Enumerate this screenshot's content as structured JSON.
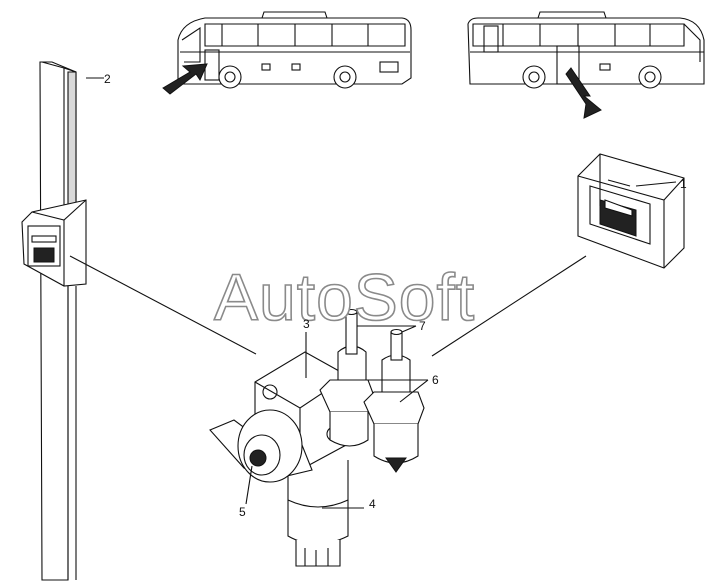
{
  "watermark": "AutoSoft",
  "callouts": {
    "c1": "1",
    "c2": "2",
    "c3": "3",
    "c4": "4",
    "c5": "5",
    "c6": "6",
    "c7": "7"
  }
}
